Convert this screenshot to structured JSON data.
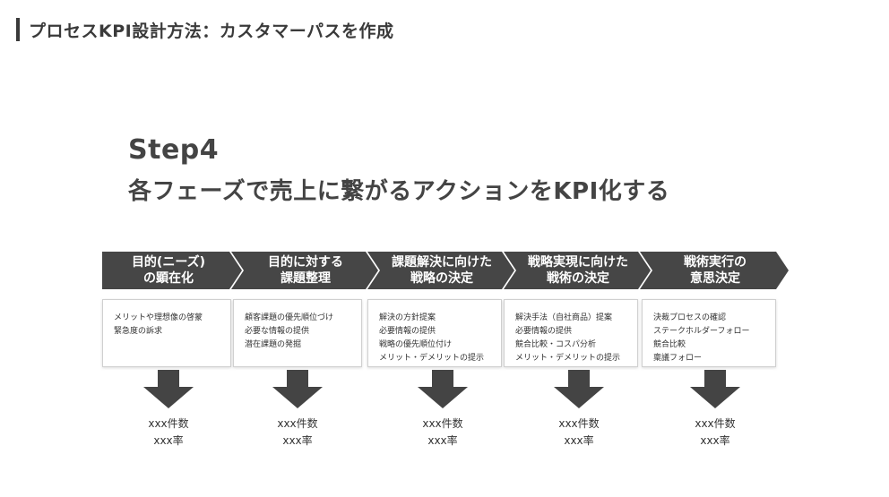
{
  "page_title": "プロセスKPI設計方法：カスタマーパスを作成",
  "step_label": "Step4",
  "headline": "各フェーズで売上に繋がるアクションをKPI化する",
  "phases": [
    {
      "label": "目的(ニーズ)\nの顕在化",
      "items": [
        "メリットや理想像の啓蒙",
        "緊急度の訴求"
      ],
      "kpis": [
        "xxx件数",
        "xxx率"
      ]
    },
    {
      "label": "目的に対する\n課題整理",
      "items": [
        "顧客課題の優先順位づけ",
        "必要な情報の提供",
        "潜在課題の発掘"
      ],
      "kpis": [
        "xxx件数",
        "xxx率"
      ]
    },
    {
      "label": "課題解決に向けた\n戦略の決定",
      "items": [
        "解決の方針提案",
        "必要情報の提供",
        "戦略の優先順位付け",
        "メリット・デメリットの提示"
      ],
      "kpis": [
        "xxx件数",
        "xxx率"
      ]
    },
    {
      "label": "戦略実現に向けた\n戦術の決定",
      "items": [
        "解決手法（自社商品）提案",
        "必要情報の提供",
        "競合比較・コスパ分析",
        "メリット・デメリットの提示"
      ],
      "kpis": [
        "xxx件数",
        "xxx率"
      ]
    },
    {
      "label": "戦術実行の\n意思決定",
      "items": [
        "決裁プロセスの確認",
        "ステークホルダーフォロー",
        "競合比較",
        "稟議フォロー"
      ],
      "kpis": [
        "xxx件数",
        "xxx率"
      ]
    }
  ],
  "colors": {
    "chevron": "#464646",
    "arrow": "#444444",
    "text": "#3a3a3a"
  }
}
